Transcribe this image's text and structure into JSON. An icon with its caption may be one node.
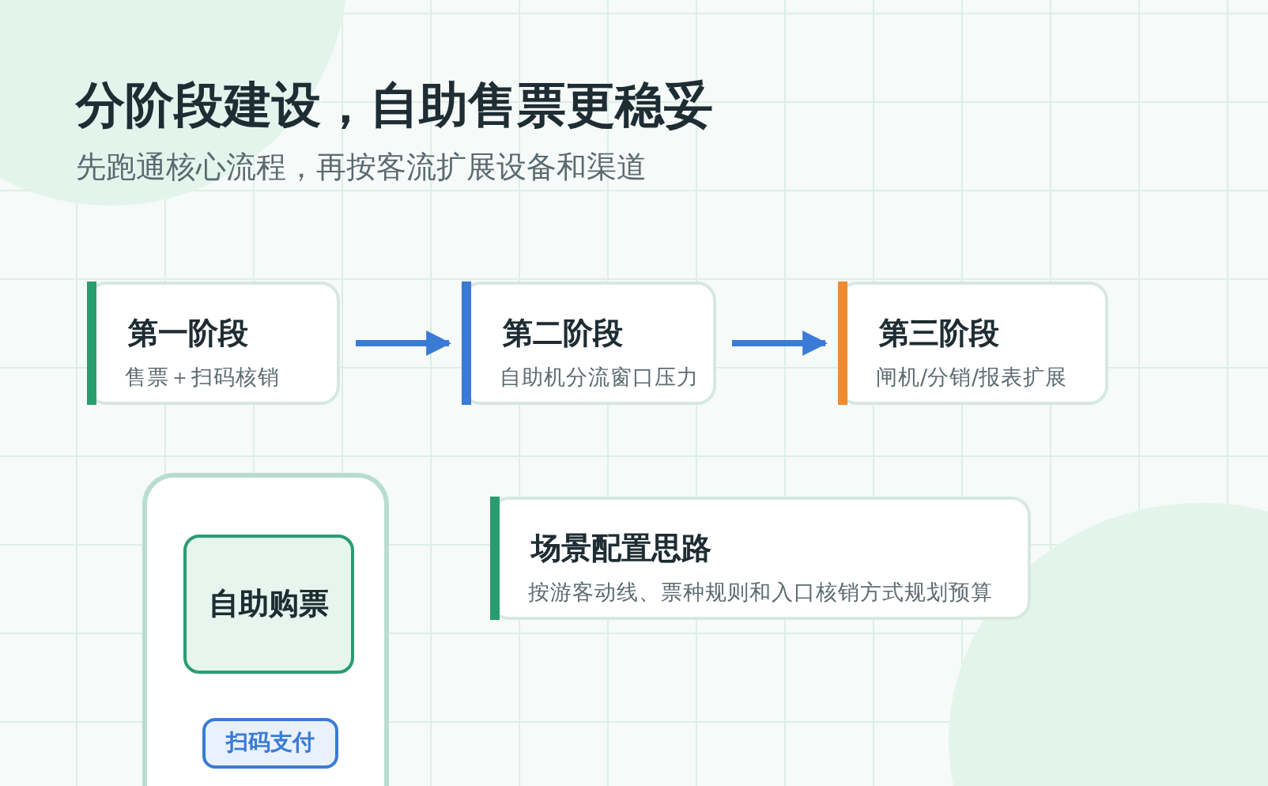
{
  "diagram": {
    "title": "分阶段建设，自助售票更稳妥",
    "caption": "先跑通核心流程，再按客流扩展设备和渠道",
    "nodes": [
      {
        "text": [
          "第一阶段",
          "售票＋扫码核销"
        ]
      },
      {
        "text": [
          "第二阶段",
          "自助机分流窗口压力"
        ]
      },
      {
        "text": [
          "第三阶段",
          "闸机/分销/报表扩展"
        ]
      },
      {
        "text": [],
        "shape": "box"
      },
      {
        "text": [
          "自助购票"
        ],
        "in": 3
      },
      {
        "text": [
          "扫码支付"
        ],
        "in": 3
      },
      {
        "text": [
          "场景配置思路",
          "按游客动线、票种规则和入口核销方式规划预算"
        ]
      }
    ],
    "edges": [
      {
        "from": 0,
        "to": 1,
        "arrow": "to"
      },
      {
        "from": 1,
        "to": 2,
        "arrow": "to"
      }
    ]
  }
}
